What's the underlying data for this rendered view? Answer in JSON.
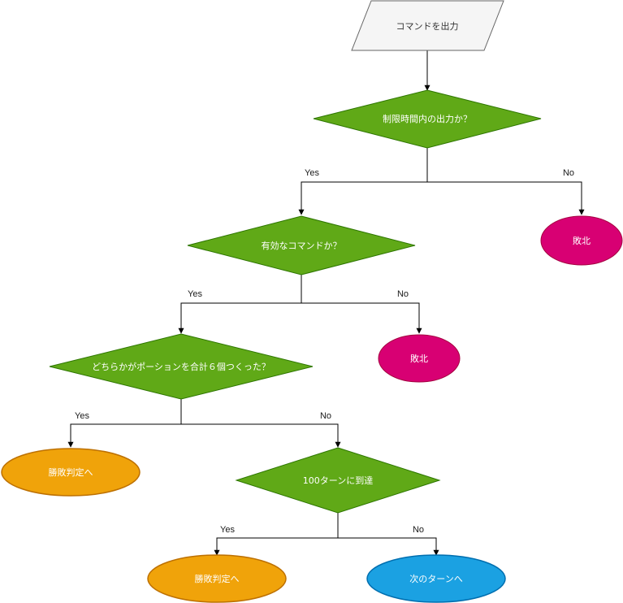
{
  "colors": {
    "decision_fill": "#60a917",
    "decision_stroke": "#2d7600",
    "defeat_fill": "#d80073",
    "defeat_stroke": "#a50040",
    "judge_fill": "#f0a30a",
    "judge_stroke": "#bd7000",
    "next_fill": "#1ba1e2",
    "next_stroke": "#006eaf",
    "io_fill": "#f5f5f5",
    "io_stroke": "#666666",
    "edge": "#000000"
  },
  "nodes": {
    "output_command": "コマンドを出力",
    "q_time_limit": "制限時間内の出力か？",
    "q_valid_command": "有効なコマンドか？",
    "q_six_potions": "どちらかがポーションを合計６個つくった？",
    "q_turn_100": "100ターンに到達",
    "defeat_1": "敗北",
    "defeat_2": "敗北",
    "judge_1": "勝敗判定へ",
    "judge_2": "勝敗判定へ",
    "next_turn": "次のターンへ"
  },
  "edges": {
    "time_yes": "Yes",
    "time_no": "No",
    "valid_yes": "Yes",
    "valid_no": "No",
    "potions_yes": "Yes",
    "potions_no": "No",
    "turn_yes": "Yes",
    "turn_no": "No"
  }
}
